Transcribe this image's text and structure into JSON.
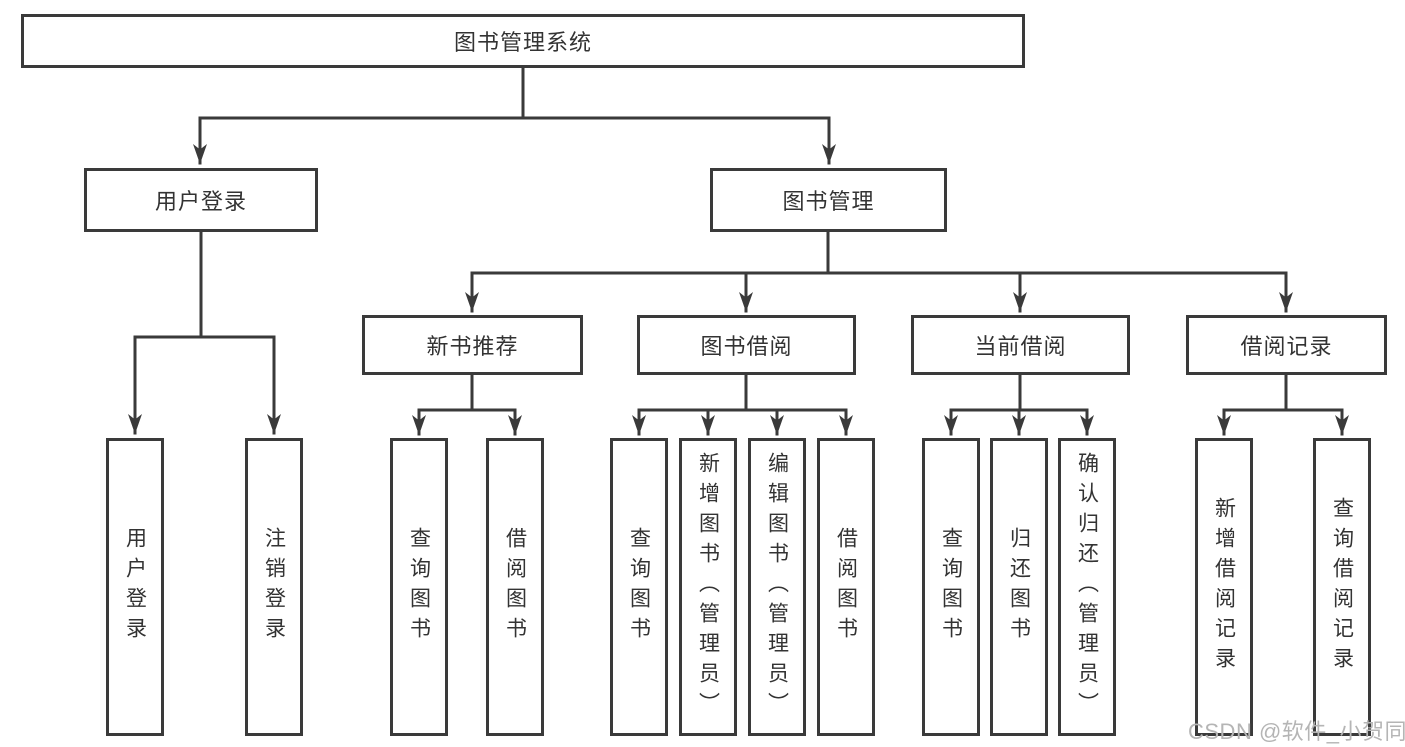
{
  "colors": {
    "line": "#3a3a3a",
    "box_border": "#3a3a3a",
    "text": "#333333",
    "watermark": "#b5b5b5",
    "background": "#ffffff"
  },
  "tree": {
    "root": {
      "label": "图书管理系统"
    },
    "branches": [
      {
        "label": "用户登录",
        "children": [
          {
            "label": "用户登录"
          },
          {
            "label": "注销登录"
          }
        ]
      },
      {
        "label": "图书管理",
        "children": [
          {
            "label": "新书推荐",
            "children": [
              {
                "label": "查询图书"
              },
              {
                "label": "借阅图书"
              }
            ]
          },
          {
            "label": "图书借阅",
            "children": [
              {
                "label": "查询图书"
              },
              {
                "label": "新增图书（管理员）"
              },
              {
                "label": "编辑图书（管理员）"
              },
              {
                "label": "借阅图书"
              }
            ]
          },
          {
            "label": "当前借阅",
            "children": [
              {
                "label": "查询图书"
              },
              {
                "label": "归还图书"
              },
              {
                "label": "确认归还（管理员）"
              }
            ]
          },
          {
            "label": "借阅记录",
            "children": [
              {
                "label": "新增借阅记录"
              },
              {
                "label": "查询借阅记录"
              }
            ]
          }
        ]
      }
    ]
  },
  "watermark": {
    "text": "CSDN @软件_小贺同学"
  }
}
